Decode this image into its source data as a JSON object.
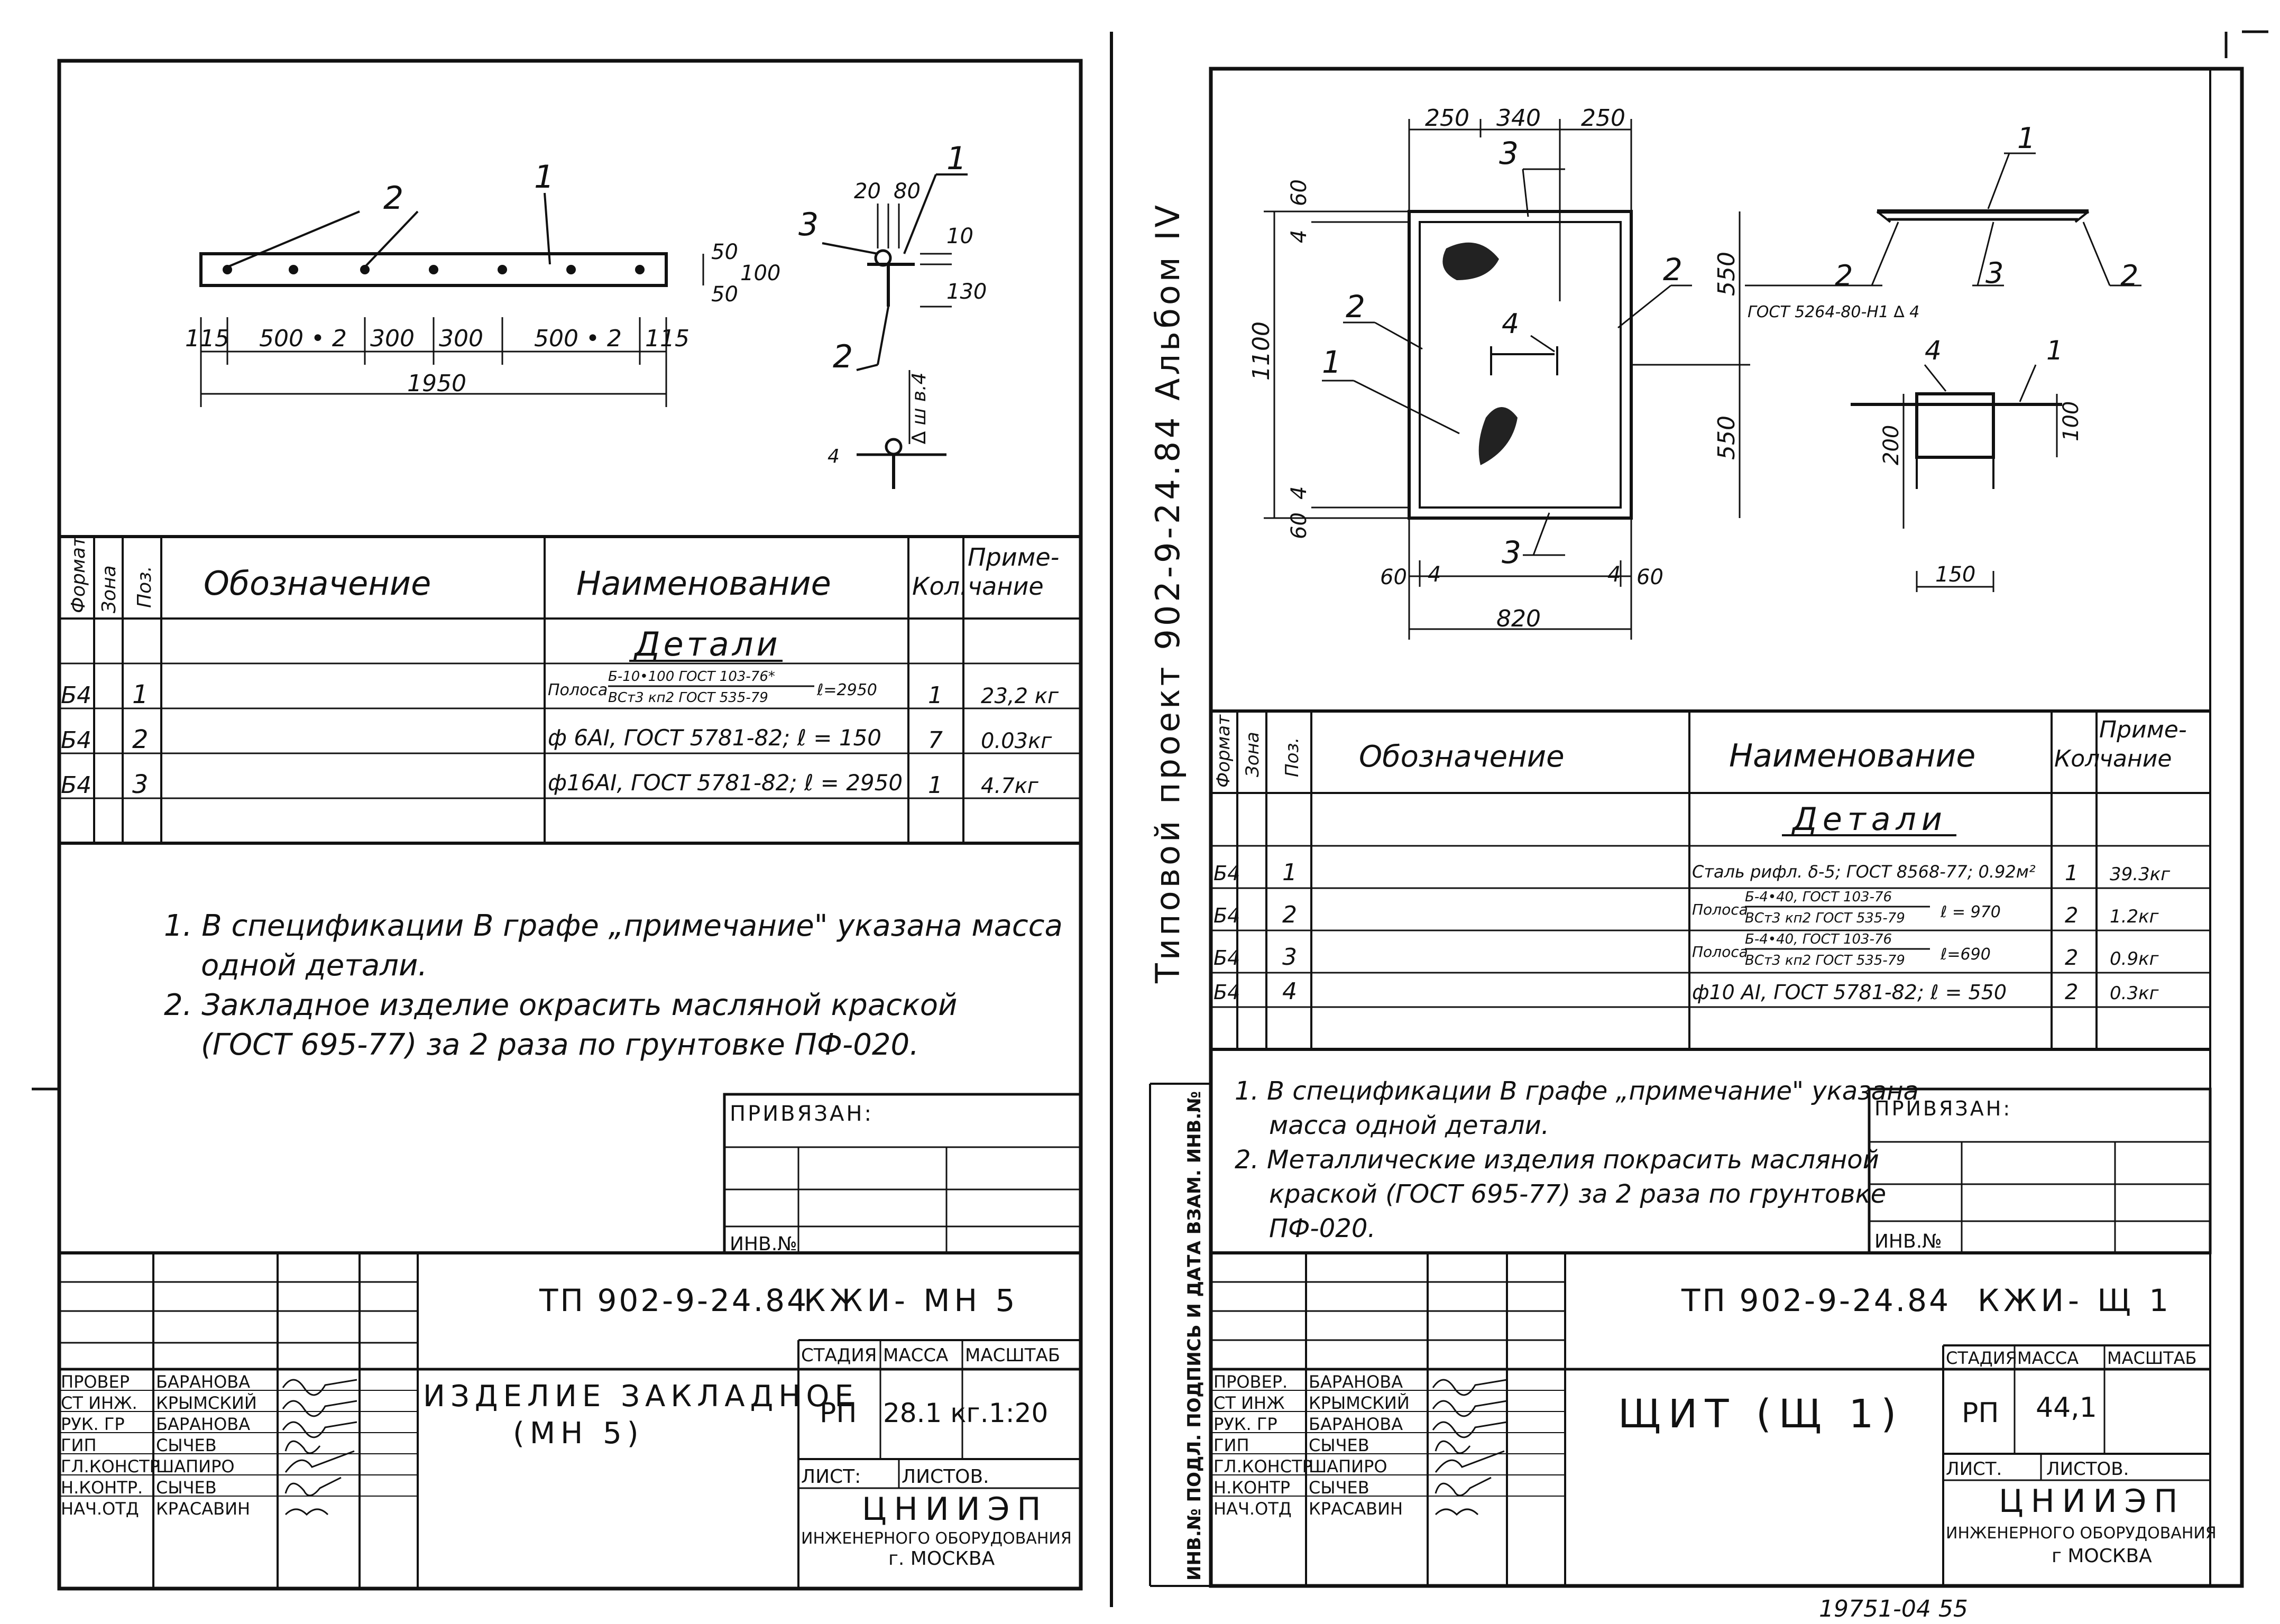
{
  "left": {
    "drawing": {
      "callout_1": "1",
      "callout_2": "2",
      "callout_2b": "2",
      "callout_3": "3",
      "callout_1s": "1",
      "dims_bottom": [
        "115",
        "500 • 2",
        "300",
        "300",
        "500 • 2",
        "115"
      ],
      "dim_total": "1950",
      "dim_50a": "50",
      "dim_50b": "50",
      "dim_100": "100",
      "dim_20": "20",
      "dim_80": "80",
      "dim_10": "10",
      "dim_130": "130",
      "weld": "∆ ш в.4",
      "dim_4": "4"
    },
    "spec": {
      "headers": {
        "format": "Формат",
        "zone": "Зона",
        "pos": "Поз.",
        "designation": "Обозначение",
        "name": "Наименование",
        "qty": "Кол.",
        "note_l1": "Приме-",
        "note_l2": "чание"
      },
      "section": "Детали",
      "rows": [
        {
          "format": "Б4",
          "pos": "1",
          "name_prefix": "Полоса",
          "name_top": "Б-10•100 ГОСТ 103-76*",
          "name_bottom": "ВСт3 кп2 ГОСТ 535-79",
          "name_tail": "ℓ=2950",
          "qty": "1",
          "note": "23,2 кг"
        },
        {
          "format": "Б4",
          "pos": "2",
          "name": "ф 6АI, ГОСТ 5781-82; ℓ = 150",
          "qty": "7",
          "note": "0.03кг"
        },
        {
          "format": "Б4",
          "pos": "3",
          "name": "ф16АI, ГОСТ 5781-82; ℓ = 2950",
          "qty": "1",
          "note": "4.7кг"
        }
      ]
    },
    "notes": [
      "1. В спецификации В графе „примечание\" указана масса",
      "одной детали.",
      "2. Закладное изделие окрасить масляной краской",
      "(ГОСТ 695-77) за 2 раза по грунтовке ПФ-020."
    ],
    "tied": "ПРИВЯЗАН:",
    "inv_no": "ИНВ.№",
    "tb": {
      "code": "ТП 902-9-24.84",
      "mark": "КЖИ- МН 5",
      "title_line1": "ИЗДЕЛИЕ ЗАКЛАДНОЕ",
      "title_line2": "(МН 5)",
      "stage_h": "СТАДИЯ",
      "mass_h": "МАССА",
      "scale_h": "МАСШТАБ",
      "stage": "РП",
      "mass": "28.1 кг.",
      "scale": "1:20",
      "sheet": "ЛИСТ:",
      "sheets": "ЛИСТОВ.",
      "org1": "ЦНИИЭП",
      "org2": "ИНЖЕНЕРНОГО ОБОРУДОВАНИЯ",
      "org3": "г. МОСКВА",
      "roles": [
        "ПРОВЕР",
        "СТ ИНЖ.",
        "РУК. ГР",
        "ГИП",
        "ГЛ.КОНСТР",
        "Н.КОНТР.",
        "НАЧ.ОТД"
      ],
      "names": [
        "БАРАНОВА",
        "КРЫМСКИЙ",
        "БАРАНОВА",
        "СЫЧЕВ",
        "ШАПИРО",
        "СЫЧЕВ",
        "КРАСАВИН"
      ]
    }
  },
  "right": {
    "side_text": "Типовой проект    902-9-24.84    Альбом IV",
    "binding_text": "ИНВ.№ ПОДЛ.   ПОДПИСЬ И ДАТА   ВЗАМ. ИНВ.№",
    "drawing": {
      "dims_top": [
        "250",
        "340",
        "250"
      ],
      "dim_1100": "1100",
      "dim_550a": "550",
      "dim_550b": "550",
      "dim_60a": "60",
      "dim_60b": "60",
      "dim_4a": "4",
      "dim_4b": "4",
      "dim_60c": "60",
      "dim_60d": "60",
      "dim_4c": "4",
      "dim_4d": "4",
      "dim_820": "820",
      "dim_200": "200",
      "dim_100": "100",
      "dim_150": "150",
      "gost_weld": "ГОСТ 5264-80-Н1 ∆ 4",
      "c1": "1",
      "c2": "2",
      "c2b": "2",
      "c3": "3",
      "c3b": "3",
      "c4": "4",
      "s1": "1",
      "s2": "2",
      "s2b": "2",
      "s3": "3",
      "s4": "4",
      "s1b": "1"
    },
    "spec": {
      "headers": {
        "format": "Формат",
        "zone": "Зона",
        "pos": "Поз.",
        "designation": "Обозначение",
        "name": "Наименование",
        "qty": "Кол",
        "note_l1": "Приме-",
        "note_l2": "чание"
      },
      "section": "Детали",
      "rows": [
        {
          "format": "Б4",
          "pos": "1",
          "name": "Сталь рифл. δ-5; ГОСТ 8568-77; 0.92м²",
          "qty": "1",
          "note": "39.3кг"
        },
        {
          "format": "Б4",
          "pos": "2",
          "name_prefix": "Полоса",
          "name_top": "Б-4•40, ГОСТ 103-76",
          "name_bottom": "ВСт3 кп2 ГОСТ 535-79",
          "name_tail": "ℓ = 970",
          "qty": "2",
          "note": "1.2кг"
        },
        {
          "format": "Б4",
          "pos": "3",
          "name_prefix": "Полоса",
          "name_top": "Б-4•40, ГОСТ 103-76",
          "name_bottom": "ВСт3 кп2 ГОСТ 535-79",
          "name_tail": "ℓ=690",
          "qty": "2",
          "note": "0.9кг"
        },
        {
          "format": "Б4",
          "pos": "4",
          "name": "ф10 АI, ГОСТ 5781-82;    ℓ = 550",
          "qty": "2",
          "note": "0.3кг"
        }
      ]
    },
    "notes": [
      "1. В спецификации В графе „примечание\" указана",
      "масса одной детали.",
      "2. Металлические изделия покрасить масляной",
      "краской (ГОСТ 695-77) за 2 раза по грунтовке",
      "ПФ-020."
    ],
    "tied": "ПРИВЯЗАН:",
    "inv_no": "ИНВ.№",
    "tb": {
      "code": "ТП 902-9-24.84",
      "mark": "КЖИ- Щ 1",
      "title": "ЩИТ (Щ 1)",
      "stage_h": "СТАДИЯ",
      "mass_h": "МАССА",
      "scale_h": "МАСШТАБ",
      "stage": "РП",
      "mass": "44,1",
      "sheet": "ЛИСТ.",
      "sheets": "ЛИСТОВ.",
      "org1": "ЦНИИЭП",
      "org2": "ИНЖЕНЕРНОГО ОБОРУДОВАНИЯ",
      "org3": "г МОСКВА",
      "roles": [
        "ПРОВЕР.",
        "СТ ИНЖ",
        "РУК. ГР",
        "ГИП",
        "ГЛ.КОНСТР",
        "Н.КОНТР",
        "НАЧ.ОТД"
      ],
      "names": [
        "БАРАНОВА",
        "КРЫМСКИЙ",
        "БАРАНОВА",
        "СЫЧЕВ",
        "ШАПИРО",
        "СЫЧЕВ",
        "КРАСАВИН"
      ]
    },
    "footer": "19751-04    55"
  }
}
